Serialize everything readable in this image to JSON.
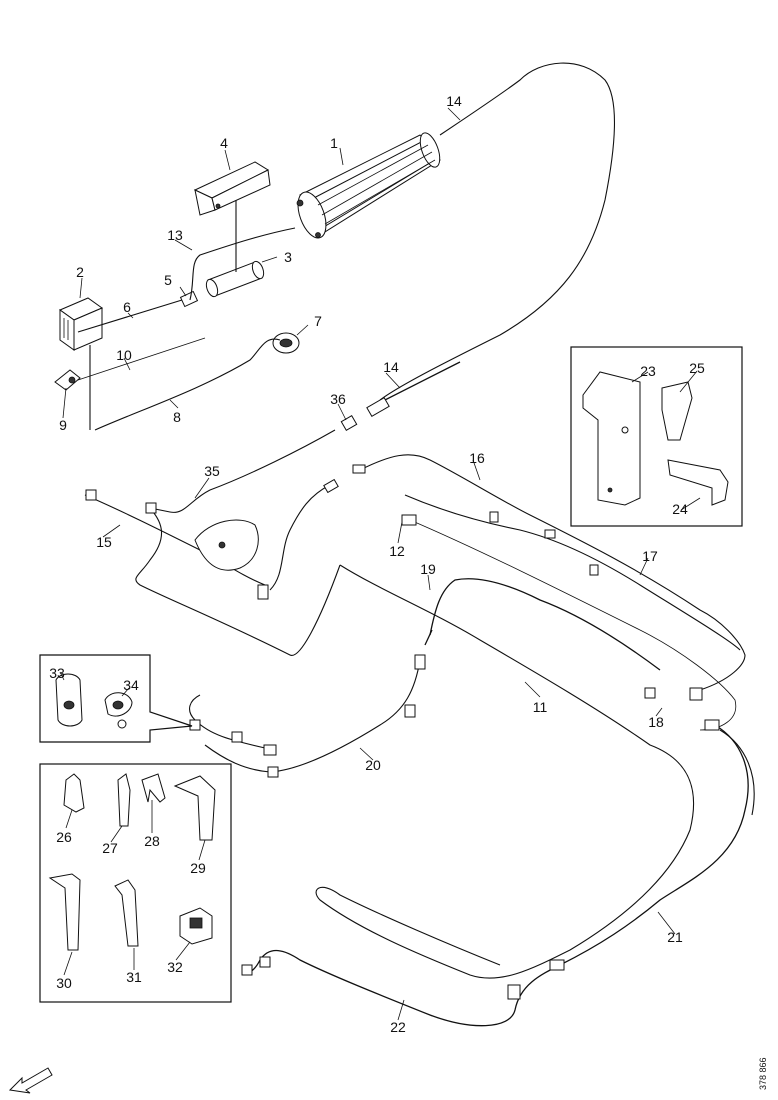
{
  "parts": {
    "p1": "1",
    "p2": "2",
    "p3": "3",
    "p4": "4",
    "p5": "5",
    "p6": "6",
    "p7": "7",
    "p8": "8",
    "p9": "9",
    "p10": "10",
    "p11": "11",
    "p12": "12",
    "p13": "13",
    "p14a": "14",
    "p14b": "14",
    "p15": "15",
    "p16": "16",
    "p17": "17",
    "p18": "18",
    "p19": "19",
    "p20": "20",
    "p21": "21",
    "p22": "22",
    "p23": "23",
    "p24": "24",
    "p25": "25",
    "p26": "26",
    "p27": "27",
    "p28": "28",
    "p29": "29",
    "p30": "30",
    "p31": "31",
    "p32": "32",
    "p33": "33",
    "p34": "34",
    "p35": "35",
    "p36": "36"
  },
  "reference_code": "378 866",
  "icons": {
    "orientation": "arrow-icon"
  }
}
